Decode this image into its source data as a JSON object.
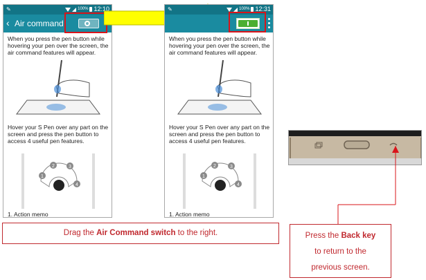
{
  "status_bar": {
    "battery_percent": "100%",
    "left_screen_time": "12:10",
    "right_screen_time": "12:31"
  },
  "settings_screen": {
    "title": "Air command",
    "description_1": "When you press the pen button while hovering your pen over the screen, the air command features will appear.",
    "description_2": "Hover your S Pen over any part on the screen and press the pen button to access 4 useful pen features.",
    "list_first_item": "1. Action memo",
    "menu_numbers": [
      "1",
      "2",
      "3",
      "4"
    ]
  },
  "toggle": {
    "left_state": "off",
    "right_state": "on"
  },
  "icons": [
    "back-icon",
    "wifi-icon",
    "signal-icon",
    "battery-icon",
    "overflow-menu-icon",
    "pen-icon",
    "home-key-icon",
    "recent-apps-key-icon",
    "back-key-icon"
  ],
  "colors": {
    "accent_teal": "#1a8ba0",
    "statusbar_teal": "#127486",
    "switch_on_green": "#4caf32",
    "arrow_yellow": "#ffff00",
    "annotation_red": "#d9141a"
  },
  "instructions": {
    "drag": {
      "before": "Drag the ",
      "emphasis": "Air Command switch",
      "after": " to the right."
    },
    "back": {
      "before": "Press the ",
      "emphasis": "Back key",
      "line2": "to return to the",
      "line3": "previous  screen."
    }
  }
}
